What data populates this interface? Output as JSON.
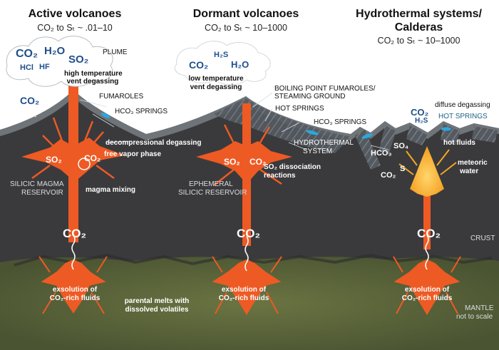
{
  "columns": {
    "active": {
      "title": "Active volcanoes",
      "ratio": "CO₂ to Sₜ ~ .01–10"
    },
    "dormant": {
      "title": "Dormant volcanoes",
      "ratio": "CO₂ to Sₜ ~ 10–1000"
    },
    "hydro": {
      "title_line1": "Hydrothermal systems/",
      "title_line2": "Calderas",
      "ratio": "CO₂ to Sₜ ~ 10–1000"
    }
  },
  "active": {
    "plume_gases": {
      "co2": "CO₂",
      "h2o": "H₂O",
      "so2": "SO₂",
      "hcl": "HCl",
      "hf": "HF"
    },
    "plume_label": "PLUME",
    "vent_line1": "high temperature",
    "vent_line2": "vent degassing",
    "fumaroles": "FUMAROLES",
    "hco3_springs": "HCO₃ SPRINGS",
    "flank_co2": "CO₂",
    "decompressional": "decompressional degassing",
    "free_vapor": "free vapor phase",
    "chamber_so2": "SO₂",
    "chamber_co2": "CO₂",
    "reservoir_line1": "SILICIC MAGMA",
    "reservoir_line2": "RESERVOIR",
    "magma_mixing": "magma mixing",
    "conduit_co2": "CO₂",
    "exsolution_line1": "exsolution of",
    "exsolution_line2": "CO₂-rich fluids",
    "parental_line1": "parental melts with",
    "parental_line2": "dissolved volatiles"
  },
  "dormant": {
    "cloud_h2s": "H₂S",
    "cloud_co2": "CO₂",
    "cloud_h2o": "H₂O",
    "vent_line1": "low temperature",
    "vent_line2": "vent degassing",
    "boiling_line1": "BOILING POINT FUMAROLES/",
    "boiling_line2": "STEAMING GROUND",
    "hot_springs": "HOT SPRINGS",
    "hco3_springs": "HCO₃ SPRINGS",
    "hydrothermal_line1": "HYDROTHERMAL",
    "hydrothermal_line2": "SYSTEM",
    "chamber_so2": "SO₂",
    "chamber_co2": "CO₂",
    "dissociation_line1": "SO₂ dissociation",
    "dissociation_line2": "reactions",
    "reservoir_line1": "EPHEMERAL",
    "reservoir_line2": "SILICIC RESERVOIR",
    "conduit_co2": "CO₂",
    "exsolution_line1": "exsolution of",
    "exsolution_line2": "CO₂-rich fluids"
  },
  "hydro": {
    "diffuse": "diffuse degassing",
    "surface_co2": "CO₂",
    "surface_h2s": "H₂S",
    "hot_springs": "HOT SPRINGS",
    "hco3": "HCO₃",
    "so4": "SO₄",
    "s": "S",
    "co2": "CO₂",
    "hot_fluids": "hot fluids",
    "meteoric_line1": "meteoric",
    "meteoric_line2": "water",
    "conduit_co2": "CO₂",
    "exsolution_line1": "exsolution of",
    "exsolution_line2": "CO₂-rich fluids"
  },
  "layers": {
    "crust": "CRUST",
    "mantle": "MANTLE",
    "scale_note": "not to scale"
  },
  "colors": {
    "sky": "#ffffff",
    "crust": "#3a3a3c",
    "surface": "#6f7479",
    "mantle": "#58633a",
    "magma": "#ee5a24",
    "magma_light": "#f5a623",
    "spring_blue": "#2aa8e0",
    "gas_text": "#1f4e8c"
  }
}
